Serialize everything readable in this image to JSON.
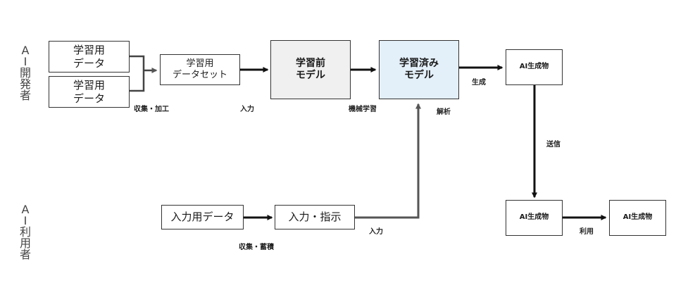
{
  "roles": {
    "developer": "AI開発者",
    "user": "AI利用者"
  },
  "nodes": {
    "data1": "学習用\nデータ",
    "data2": "学習用\nデータ",
    "dataset": "学習用\nデータセット",
    "pre_model": "学習前\nモデル",
    "trained_model": "学習済み\nモデル",
    "gen_top": "AI生成物",
    "gen_mid": "AI生成物",
    "gen_right": "AI生成物",
    "input_data": "入力用データ",
    "instruction": "入力・指示"
  },
  "edge_labels": {
    "collect_process": "収集・加工",
    "input_top": "入力",
    "machine_learning": "機械学習",
    "analysis": "解析",
    "generate": "生成",
    "send": "送信",
    "collect_store": "収集・蓄積",
    "input_bottom": "入力",
    "use": "利用"
  },
  "colors": {
    "pre_model_fill": "#f0f0f0",
    "trained_model_fill": "#e3eff9",
    "arrow": "#111111",
    "arrow_gray": "#555555"
  }
}
